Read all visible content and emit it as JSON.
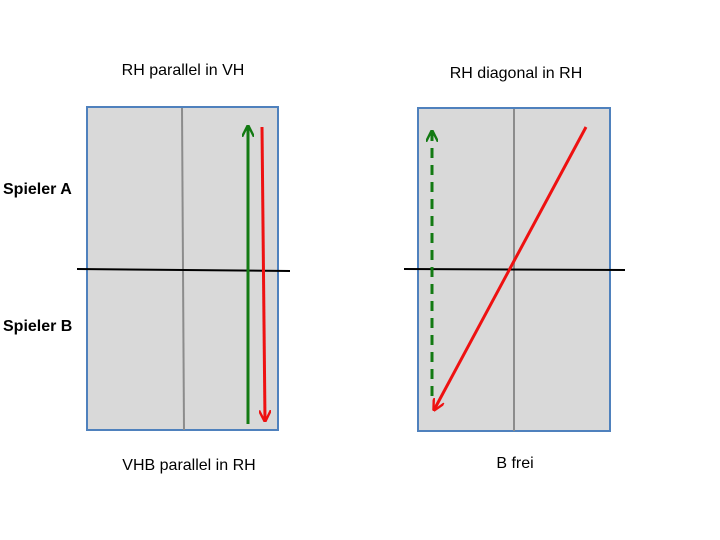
{
  "labels": {
    "left_top": "RH parallel in VH",
    "left_bottom": "VHB parallel in RH",
    "right_top": "RH diagonal in RH",
    "right_bottom": "B frei",
    "player_a": "Spieler A",
    "player_b": "Spieler B"
  },
  "colors": {
    "court_fill": "#d9d9d9",
    "court_border": "#4f81bd",
    "center_line": "#8c8c8c",
    "net": "#000000",
    "green_arrow": "#137a13",
    "red_arrow": "#ee1111"
  },
  "icons": {
    "arrow_style_solid": "solid-arrow",
    "arrow_style_dashed": "dashed-arrow"
  }
}
